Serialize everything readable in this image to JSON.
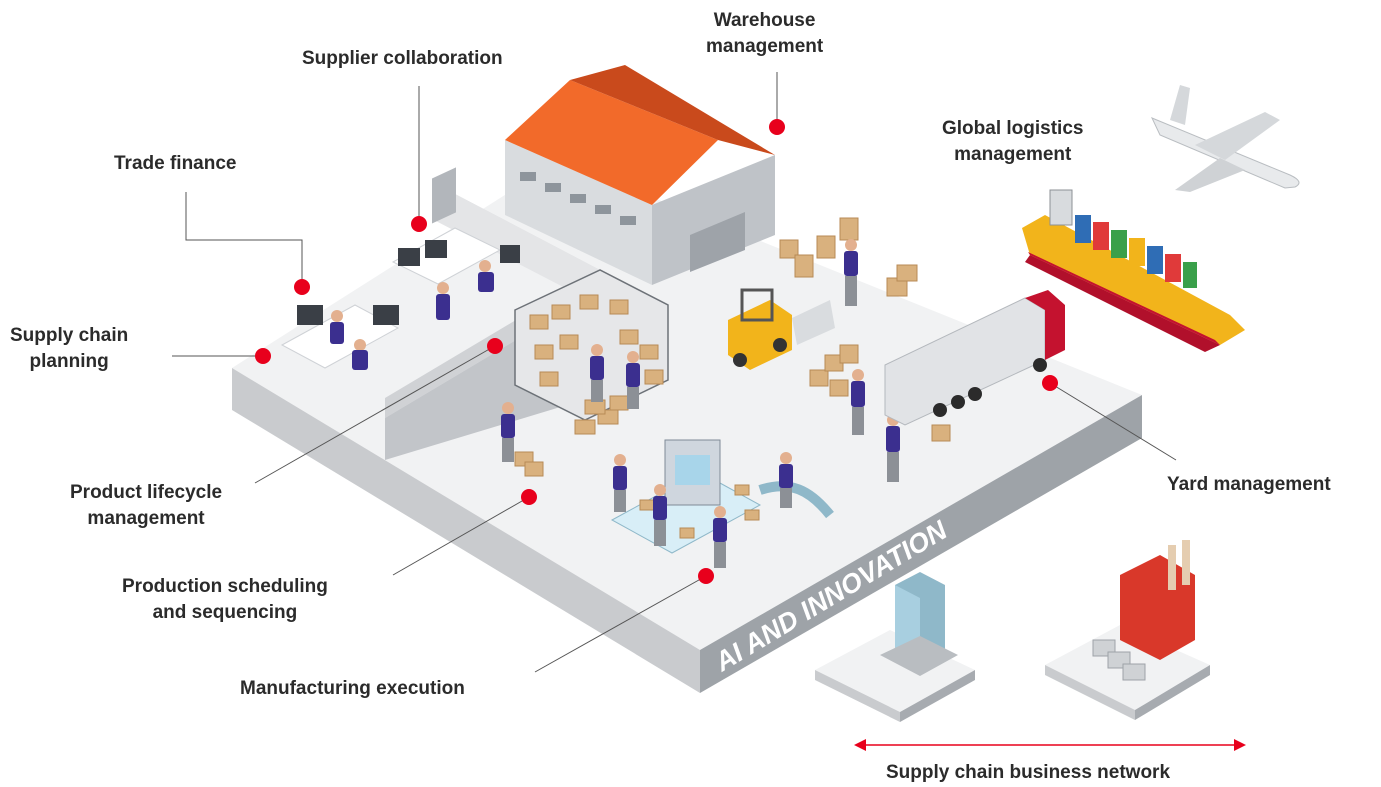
{
  "diagram": {
    "labels": {
      "warehouse_management": [
        "Warehouse",
        "management"
      ],
      "supplier_collaboration": [
        "Supplier collaboration"
      ],
      "trade_finance": [
        "Trade finance"
      ],
      "global_logistics_management": [
        "Global logistics",
        "management"
      ],
      "supply_chain_planning": [
        "Supply chain",
        "planning"
      ],
      "yard_management": [
        "Yard management"
      ],
      "product_lifecycle_management": [
        "Product lifecycle",
        "management"
      ],
      "production_scheduling": [
        "Production scheduling",
        "and sequencing"
      ],
      "manufacturing_execution": [
        "Manufacturing execution"
      ],
      "business_network": [
        "Supply chain business network"
      ]
    },
    "platform_side_text": "AI AND INNOVATION"
  },
  "colors": {
    "marker": "#e8001c",
    "roof_orange": "#f26a2a",
    "roof_dark": "#c94a1c",
    "platform_top": "#f1f2f3",
    "platform_side": "#c9cbce",
    "platform_front": "#a7abb0",
    "worker_purple": "#3b2f8f",
    "box_tan": "#d9b17e",
    "forklift_yellow": "#f2b41b",
    "truck_red": "#c4122f",
    "arrow_red": "#e8001c"
  }
}
